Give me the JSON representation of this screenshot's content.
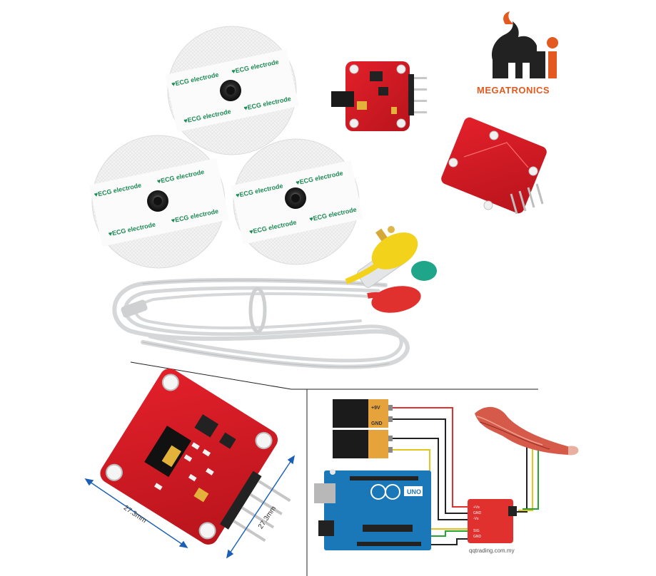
{
  "brand": {
    "name": "MEGATRONICS",
    "initials": "Mi",
    "primary_color": "#e4591f",
    "mascot_color": "#222222"
  },
  "electrode_pads": {
    "print_text": "ECG electrode",
    "text_color": "#1d8a55",
    "heart_color": "#d62a2a",
    "count": 3
  },
  "dimensions": {
    "width_label": "27.3mm",
    "height_label": "27.3mm"
  },
  "wiring_diagram": {
    "battery_positive": "+9V",
    "battery_ground": "GND",
    "board_label": "UNO",
    "module_pins": [
      "+Vs",
      "GND",
      "-Vs",
      "SIG",
      "GND"
    ],
    "watermark": "qqtrading.com.my"
  },
  "cable_colors": {
    "yellow": "#f2d21a",
    "green": "#1fa58a",
    "red": "#e0312f",
    "cord": "#d9dadc"
  }
}
